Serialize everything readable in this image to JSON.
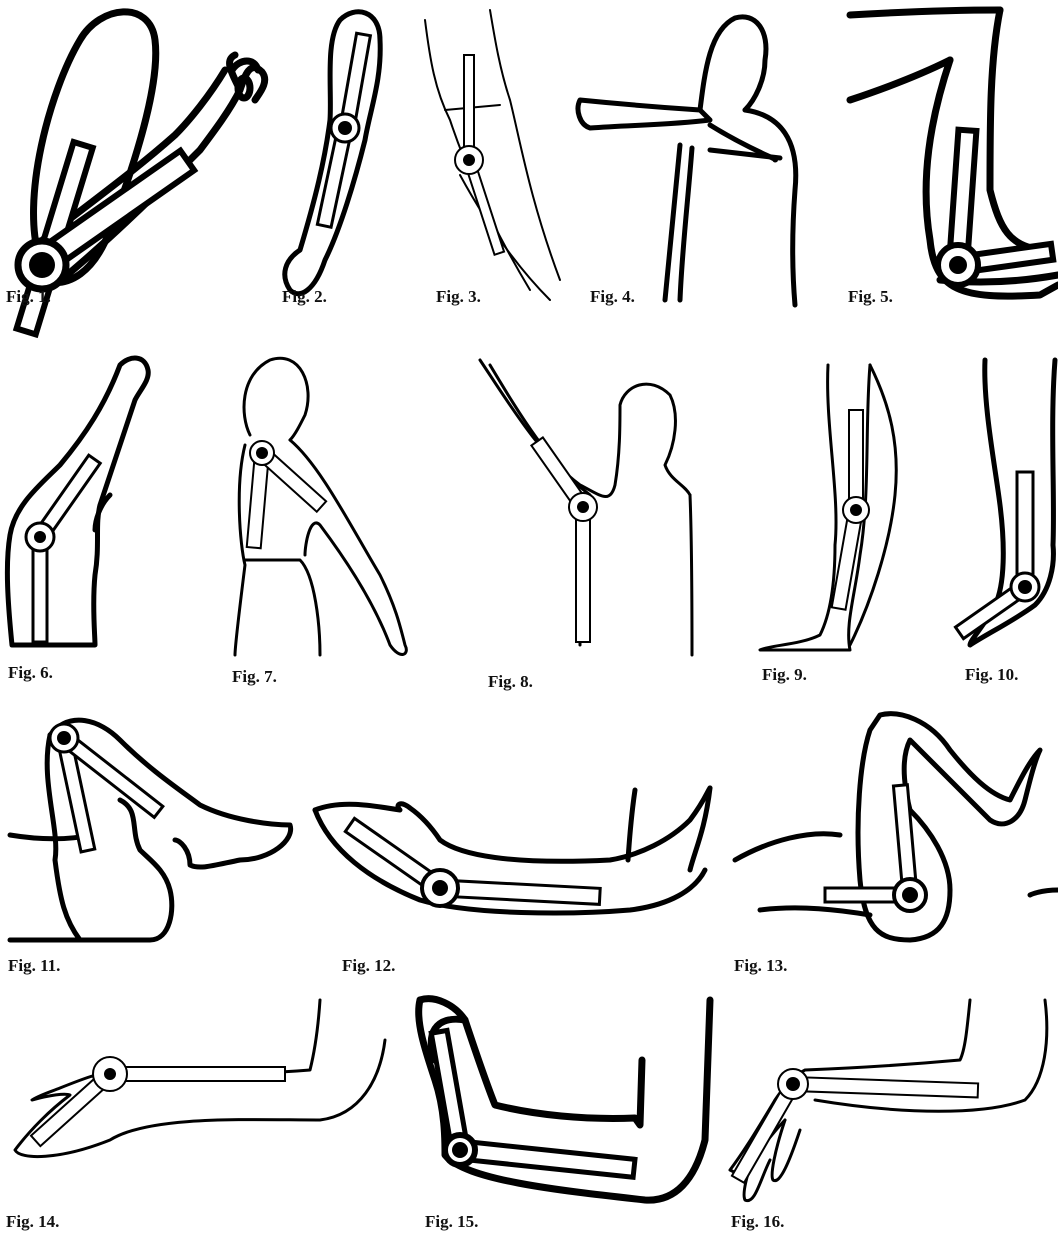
{
  "figures": [
    {
      "id": "fig-1",
      "label": "Fig. 1."
    },
    {
      "id": "fig-2",
      "label": "Fig. 2."
    },
    {
      "id": "fig-3",
      "label": "Fig. 3."
    },
    {
      "id": "fig-4",
      "label": "Fig. 4."
    },
    {
      "id": "fig-5",
      "label": "Fig. 5."
    },
    {
      "id": "fig-6",
      "label": "Fig. 6."
    },
    {
      "id": "fig-7",
      "label": "Fig. 7."
    },
    {
      "id": "fig-8",
      "label": "Fig. 8."
    },
    {
      "id": "fig-9",
      "label": "Fig. 9."
    },
    {
      "id": "fig-10",
      "label": "Fig. 10."
    },
    {
      "id": "fig-11",
      "label": "Fig. 11."
    },
    {
      "id": "fig-12",
      "label": "Fig. 12."
    },
    {
      "id": "fig-13",
      "label": "Fig. 13."
    },
    {
      "id": "fig-14",
      "label": "Fig. 14."
    },
    {
      "id": "fig-15",
      "label": "Fig. 15."
    },
    {
      "id": "fig-16",
      "label": "Fig. 16."
    }
  ]
}
